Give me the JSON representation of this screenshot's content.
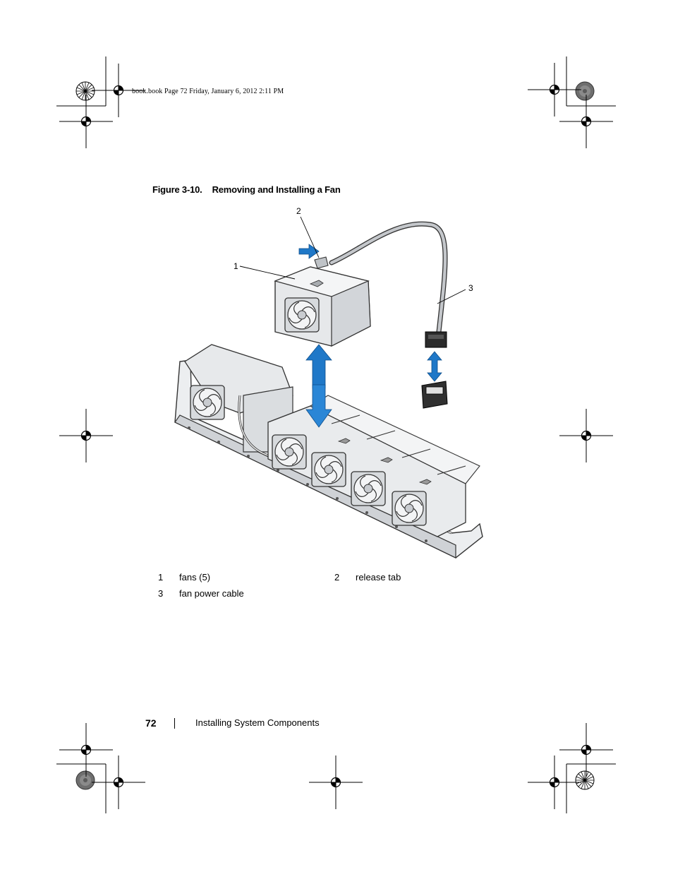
{
  "header": {
    "print_info": "book.book  Page 72  Friday, January 6, 2012  2:11 PM"
  },
  "figure": {
    "number": "Figure 3-10.",
    "title": "Removing and Installing a Fan",
    "callouts": [
      "1",
      "2",
      "3"
    ]
  },
  "legend": [
    {
      "num": "1",
      "label": "fans (5)"
    },
    {
      "num": "2",
      "label": "release tab"
    },
    {
      "num": "3",
      "label": "fan power cable"
    }
  ],
  "footer": {
    "page_number": "72",
    "section_title": "Installing System Components"
  },
  "colors": {
    "arrow_blue": "#1f78c8",
    "metal": "#e4e6e8",
    "metal_dark": "#b9bcc0",
    "outline": "#3a3a3a"
  }
}
